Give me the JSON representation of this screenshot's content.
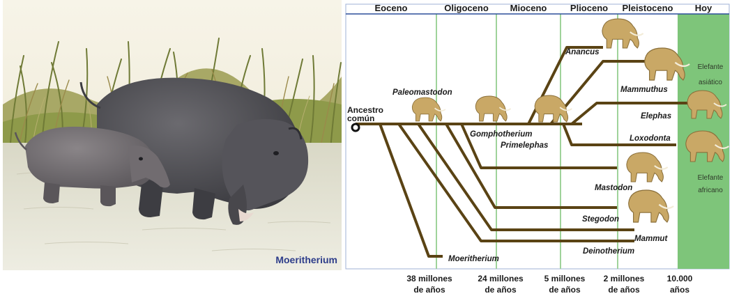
{
  "painting": {
    "caption": "Moeritherium",
    "colors": {
      "water": "#e6e3d4",
      "grass": "#8e9a4a",
      "body": "#4e4e52",
      "caption": "#2e3d8a"
    }
  },
  "tree": {
    "eras": [
      "Eoceno",
      "Oligoceno",
      "Mioceno",
      "Plioceno",
      "Pleistoceno",
      "Hoy"
    ],
    "root_label": [
      "Ancestro",
      "común"
    ],
    "taxa": {
      "paleomastodon": "Paleomastodon",
      "anancus": "Anancus",
      "mammuthus": "Mammuthus",
      "elephas": "Elephas",
      "loxodonta": "Loxodonta",
      "gomphotherium": "Gomphotherium",
      "primelephas": "Primelephas",
      "mastodon": "Mastodon",
      "stegodon": "Stegodon",
      "mammut": "Mammut",
      "deinotherium": "Deinotherium",
      "moeritherium": "Moeritherium"
    },
    "living": {
      "asian": [
        "Elefante",
        "asiático"
      ],
      "african": [
        "Elefante",
        "africano"
      ]
    },
    "time_ticks": [
      [
        "38 millones",
        "de años"
      ],
      [
        "24 millones",
        "de años"
      ],
      [
        "5 millones",
        "de años"
      ],
      [
        "2 millones",
        "de años"
      ],
      [
        "10.000",
        "años"
      ]
    ],
    "colors": {
      "branch": "#5a4314",
      "period_line": "#9fd39a",
      "today_band": "#7ec57a",
      "header_rule": "#2b4f9a",
      "animal": "#c9a866"
    }
  }
}
